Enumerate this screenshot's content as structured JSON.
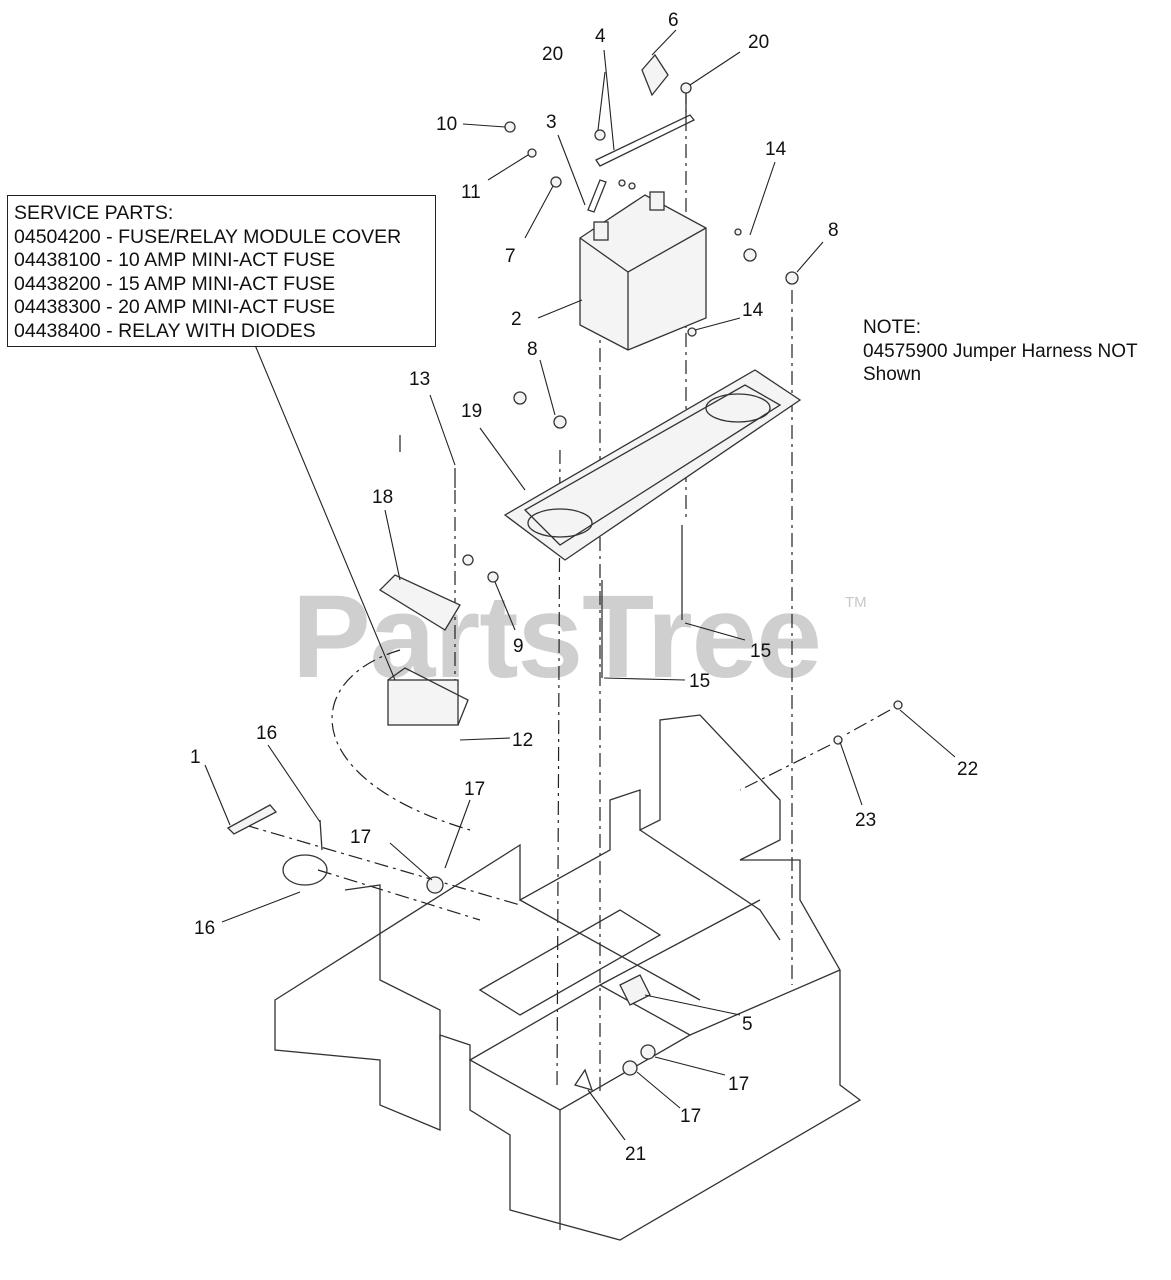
{
  "service_parts": {
    "title": "SERVICE PARTS:",
    "lines": [
      "04504200 - FUSE/RELAY MODULE COVER",
      "04438100 - 10 AMP MINI-ACT FUSE",
      "04438200 - 15 AMP MINI-ACT FUSE",
      "04438300 - 20 AMP MINI-ACT FUSE",
      "04438400 - RELAY WITH DIODES"
    ]
  },
  "note": {
    "title": "NOTE:",
    "line1": "04575900 Jumper Harness NOT",
    "line2": "Shown"
  },
  "watermark": {
    "text": "PartsTree",
    "tm": "TM"
  },
  "callouts": [
    "1",
    "2",
    "3",
    "4",
    "5",
    "6",
    "7",
    "8",
    "8",
    "9",
    "10",
    "11",
    "12",
    "13",
    "14",
    "14",
    "15",
    "15",
    "16",
    "16",
    "17",
    "17",
    "17",
    "17",
    "18",
    "19",
    "20",
    "20",
    "21",
    "22",
    "23"
  ]
}
